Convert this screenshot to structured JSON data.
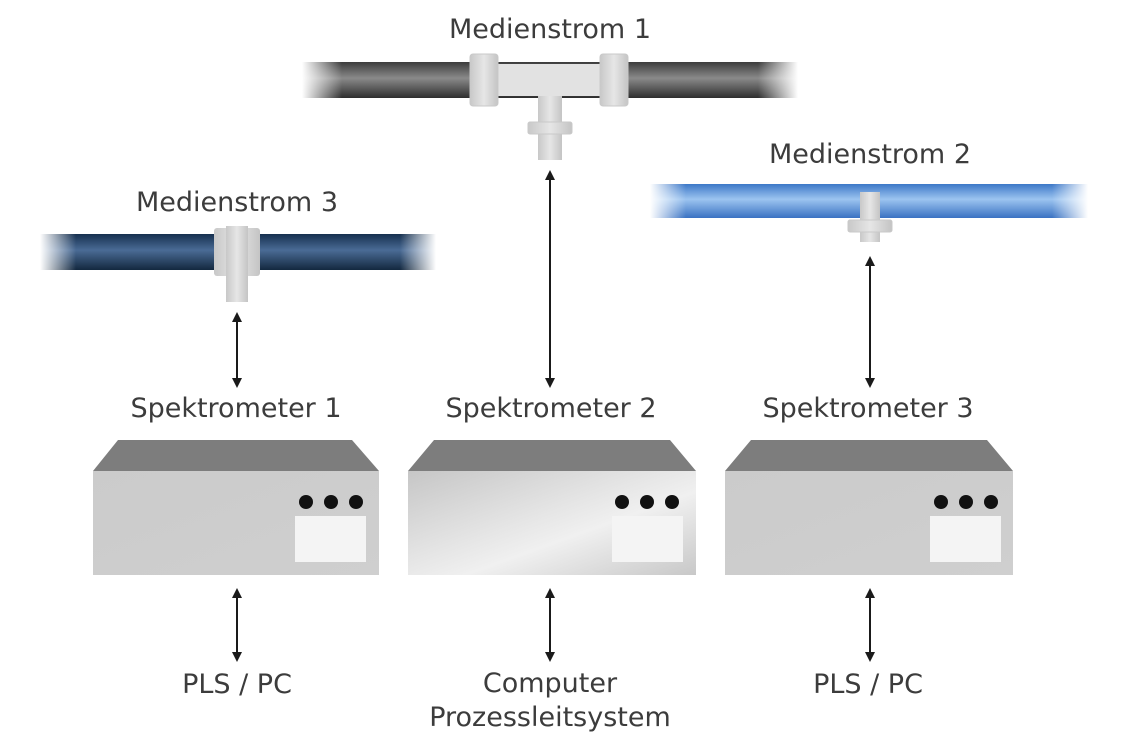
{
  "streams": [
    {
      "id": "medienstrom-1",
      "label": "Medienstrom 1",
      "color": "#5a5a5a"
    },
    {
      "id": "medienstrom-2",
      "label": "Medienstrom 2",
      "color": "#4a84d4"
    },
    {
      "id": "medienstrom-3",
      "label": "Medienstrom 3",
      "color": "#1f3a63"
    }
  ],
  "spectrometers": [
    {
      "id": "spektrometer-1",
      "label": "Spektrometer 1"
    },
    {
      "id": "spektrometer-2",
      "label": "Spektrometer 2"
    },
    {
      "id": "spektrometer-3",
      "label": "Spektrometer 3"
    }
  ],
  "endpoints": [
    {
      "id": "pls-pc-1",
      "label": "PLS / PC"
    },
    {
      "id": "computer",
      "line1": "Computer",
      "line2": "Prozessleitsystem"
    },
    {
      "id": "pls-pc-3",
      "label": "PLS / PC"
    }
  ]
}
